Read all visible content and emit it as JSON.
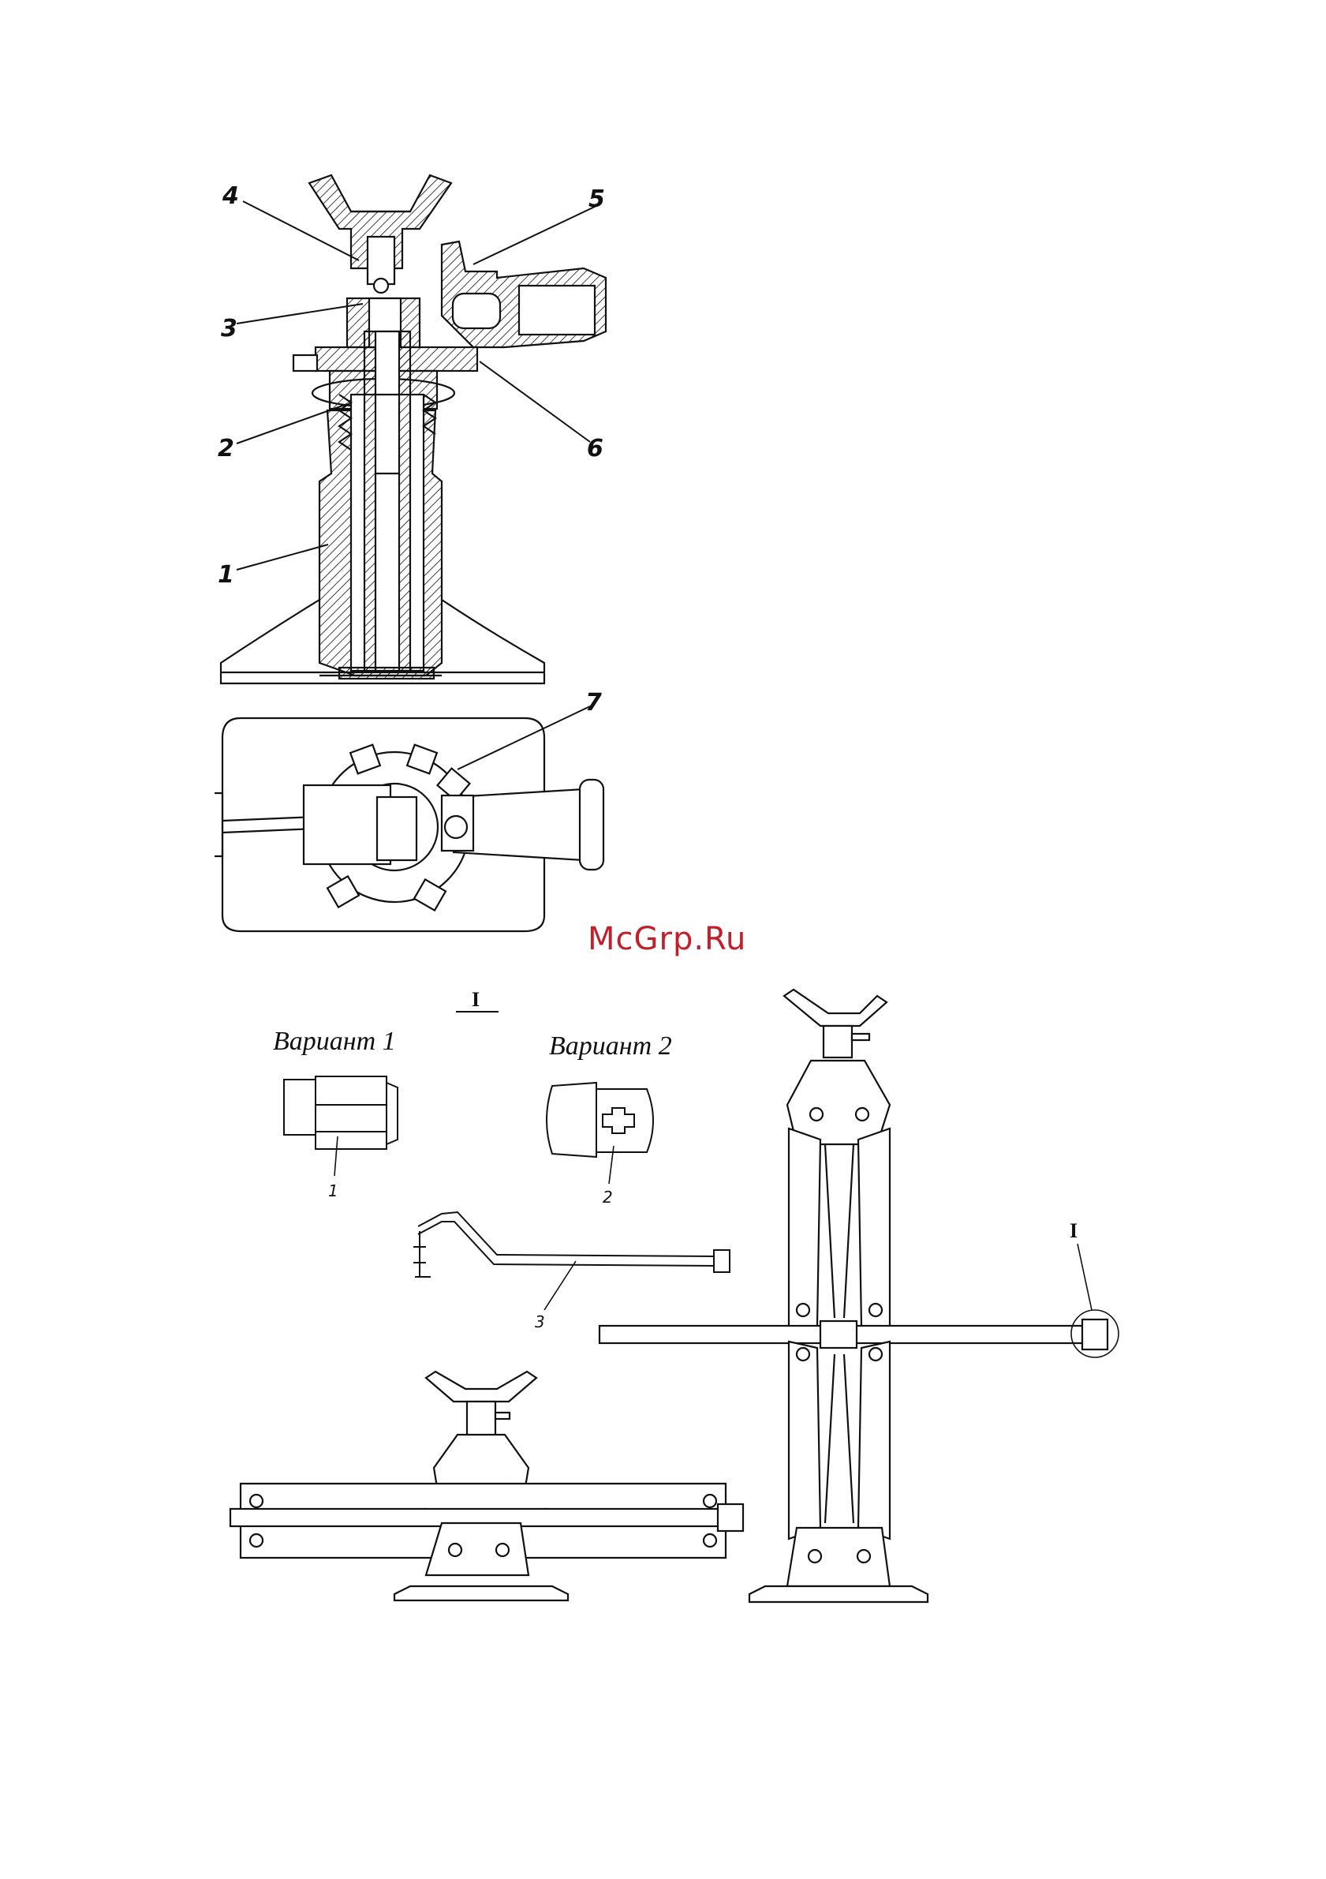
{
  "watermark": "McGrp.Ru",
  "section_view": {
    "callouts": [
      "4",
      "5",
      "3",
      "2",
      "6",
      "1"
    ]
  },
  "top_view": {
    "callouts": [
      "7"
    ]
  },
  "detail": {
    "marker": "I",
    "variant_1": {
      "title": "Вариант 1",
      "callout": "1"
    },
    "variant_2": {
      "title": "Вариант 2",
      "callout": "2"
    },
    "handle_callout": "3",
    "detail_marker_on_jack": "I"
  }
}
